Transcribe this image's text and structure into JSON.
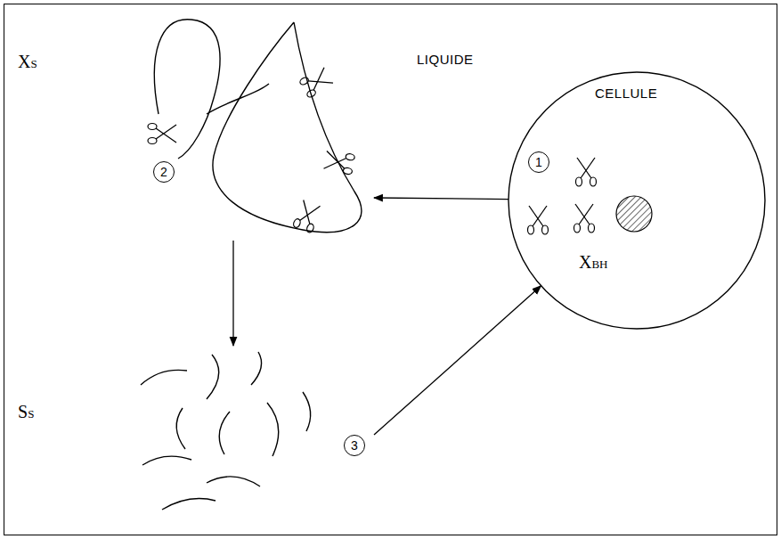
{
  "diagram": {
    "nodes": [
      {
        "text": [
          "XS"
        ]
      },
      {
        "text": [
          "CELLULE",
          "XBH"
        ]
      },
      {
        "text": [
          "SS"
        ]
      }
    ],
    "edges": [
      {
        "from": 1,
        "to": 0,
        "arrow": "to"
      },
      {
        "from": 0,
        "to": 2,
        "arrow": "to"
      },
      {
        "from": 2,
        "to": 1,
        "arrow": "to"
      }
    ],
    "labels": [
      "LIQUIDE",
      "1",
      "2",
      "3"
    ]
  }
}
